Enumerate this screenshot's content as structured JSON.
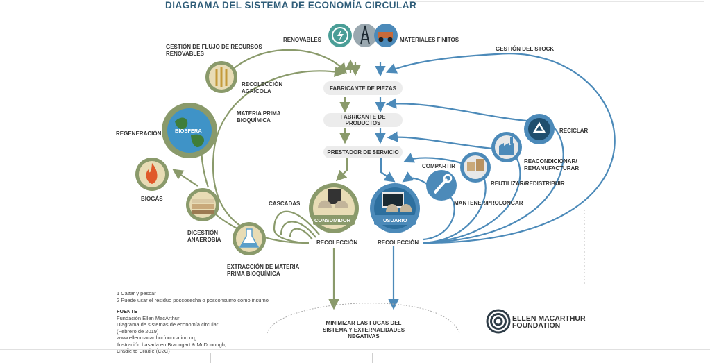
{
  "title": "DIAGRAMA DEL SISTEMA DE ECONOMÍA CIRCULAR",
  "colors": {
    "green": "#8a9a6b",
    "blue": "#4c8ab9",
    "dark_green": "#6f7f53",
    "navy": "#2f5d79"
  },
  "top": {
    "renewables": "RENOVABLES",
    "finite": "MATERIALES FINITOS",
    "icons": [
      "renewable-energy-icon",
      "oil-derrick-icon",
      "mining-truck-icon"
    ]
  },
  "left": {
    "flow_mgmt": [
      "GESTIÓN DE FLUJO DE RECURSOS",
      "RENOVABLES"
    ],
    "harvest": [
      "RECOLECCIÓN",
      "AGRÍCOLA"
    ],
    "biochem": [
      "MATERIA PRIMA",
      "BIOQUÍMICA"
    ],
    "regeneration": "REGENERACIÓN",
    "biosphere": "BIOSFERA",
    "biogas": "BIOGÁS",
    "anaerobic": [
      "DIGESTIÓN",
      "ANAEROBIA"
    ],
    "extraction": [
      "EXTRACCIÓN DE MATERIA",
      "PRIMA BIOQUÍMICA"
    ],
    "cascades": "CASCADAS",
    "consumer": "CONSUMIDOR",
    "collection": "RECOLECCIÓN"
  },
  "center": {
    "parts": "FABRICANTE DE PIEZAS",
    "products": [
      "FABRICANTE DE",
      "PRODUCTOS"
    ],
    "service": "PRESTADOR DE SERVICIO",
    "leakage": [
      "MINIMIZAR LAS FUGAS DEL",
      "SISTEMA Y EXTERNALIDADES",
      "NEGATIVAS"
    ]
  },
  "right": {
    "stock": "GESTIÓN DEL STOCK",
    "recycle": "RECICLAR",
    "refurbish": [
      "REACONDICIONAR/",
      "REMANUFACTURAR"
    ],
    "reuse": "REUTILIZAR/REDISTRIBUIR",
    "share": "COMPARTIR",
    "maintain": "MANTENER/PROLONGAR",
    "user": "USUARIO",
    "collection": "RECOLECCIÓN"
  },
  "notes": {
    "n1": "1 Cazar y pescar",
    "n2": "2 Puede usar el residuo poscosecha o posconsumo como insumo",
    "source_head": "FUENTE",
    "source": [
      "Fundación Ellen MacArthur",
      "Diagrama de sistemas de economía circular",
      "(Febrero de 2019)",
      "www.ellenmacarthurfoundation.org",
      "Ilustración basada en Braungart & McDonough,",
      "Cradle to Cradle (C2C)"
    ]
  },
  "logo": [
    "ELLEN MACARTHUR",
    "FOUNDATION"
  ]
}
